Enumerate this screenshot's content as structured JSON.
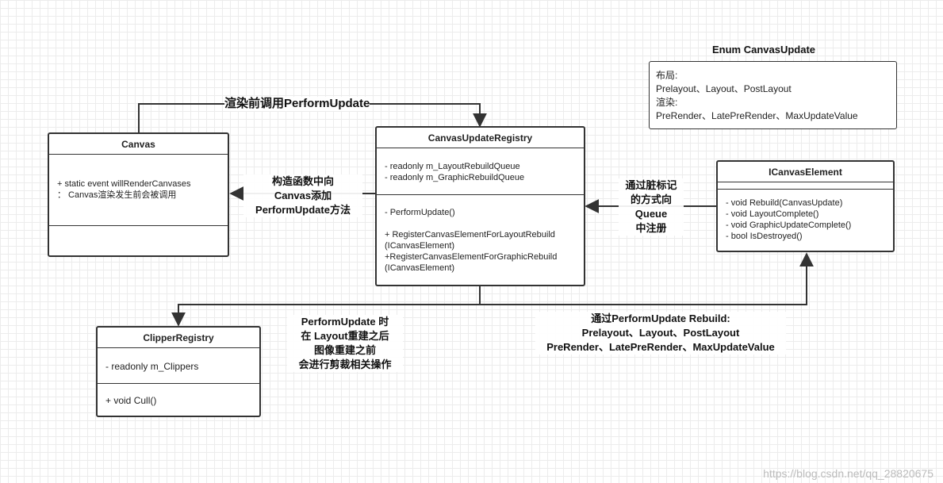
{
  "enum": {
    "title": "Enum CanvasUpdate",
    "lines": [
      "布局:",
      "Prelayout、Layout、PostLayout",
      "渲染:",
      "PreRender、LatePreRender、MaxUpdateValue"
    ]
  },
  "canvas": {
    "title": "Canvas",
    "members": [
      "+ static event willRenderCanvases",
      "：  Canvas渲染发生前会被调用"
    ]
  },
  "registry": {
    "title": "CanvasUpdateRegistry",
    "fields": [
      "- readonly m_LayoutRebuildQueue",
      "- readonly m_GraphicRebuildQueue"
    ],
    "methods": [
      "- PerformUpdate()",
      "",
      "+ RegisterCanvasElementForLayoutRebuild",
      "(ICanvasElement)",
      "+RegisterCanvasElementForGraphicRebuild",
      "(ICanvasElement)"
    ]
  },
  "element": {
    "title": "ICanvasElement",
    "methods": [
      "- void Rebuild(CanvasUpdate)",
      "- void LayoutComplete()",
      "- void GraphicUpdateComplete()",
      "- bool IsDestroyed()"
    ]
  },
  "clipper": {
    "title": "ClipperRegistry",
    "fields": [
      "- readonly m_Clippers"
    ],
    "methods": [
      "+ void Cull()"
    ]
  },
  "labels": {
    "top": "渲染前调用PerformUpdate",
    "construct": [
      "构造函数中向",
      "Canvas添加",
      "PerformUpdate方法"
    ],
    "dirty": [
      "通过脏标记",
      "的方式向",
      "Queue",
      "中注册"
    ],
    "perform": [
      "PerformUpdate 时",
      "在 Layout重建之后",
      "图像重建之前",
      "会进行剪裁相关操作"
    ],
    "rebuild": [
      "通过PerformUpdate Rebuild:",
      "Prelayout、Layout、PostLayout",
      "PreRender、LatePreRender、MaxUpdateValue"
    ]
  },
  "watermark": "https://blog.csdn.net/qq_28820675"
}
